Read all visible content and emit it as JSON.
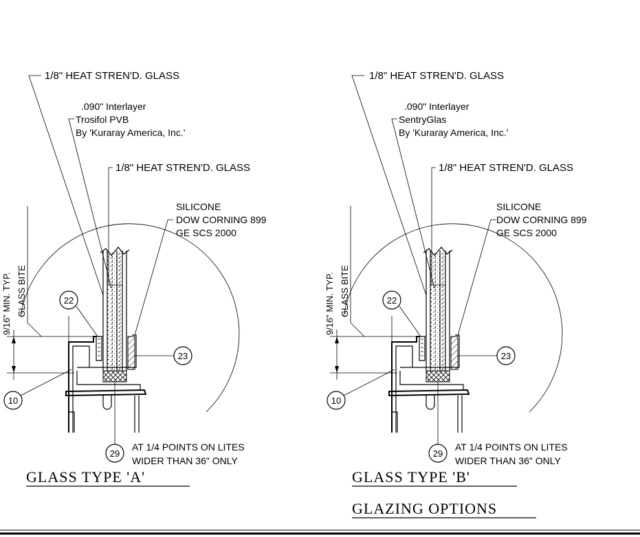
{
  "detail_a": {
    "outer_glass": "1/8\" HEAT STREN'D. GLASS",
    "interlayer_line1": ".090\" Interlayer",
    "interlayer_line2": "Trosifol PVB",
    "interlayer_line3": "By 'Kuraray America, Inc.'",
    "inner_glass": "1/8\" HEAT STREN'D. GLASS",
    "silicone_line1": "SILICONE",
    "silicone_line2": "DOW CORNING 899",
    "silicone_line3": "GE SCS 2000",
    "bite_dim": "9/16\" MIN. TYP.",
    "bite_label": "GLASS BITE",
    "tag_22": "22",
    "tag_23": "23",
    "tag_10": "10",
    "tag_29": "29",
    "setting_line1": "AT 1/4 POINTS ON LITES",
    "setting_line2": "WIDER THAN 36\" ONLY",
    "title": "GLASS TYPE 'A'"
  },
  "detail_b": {
    "outer_glass": "1/8\" HEAT STREN'D. GLASS",
    "interlayer_line1": ".090\" Interlayer",
    "interlayer_line2": "SentryGlas",
    "interlayer_line3": "By 'Kuraray America, Inc.'",
    "inner_glass": "1/8\" HEAT STREN'D. GLASS",
    "silicone_line1": "SILICONE",
    "silicone_line2": "DOW CORNING 899",
    "silicone_line3": "GE SCS 2000",
    "bite_dim": "9/16\" MIN. TYP.",
    "bite_label": "GLASS BITE",
    "tag_22": "22",
    "tag_23": "23",
    "tag_10": "10",
    "tag_29": "29",
    "setting_line1": "AT 1/4 POINTS ON LITES",
    "setting_line2": "WIDER THAN 36\" ONLY",
    "title": "GLASS TYPE 'B'"
  },
  "sheet": {
    "title": "GLAZING OPTIONS"
  }
}
